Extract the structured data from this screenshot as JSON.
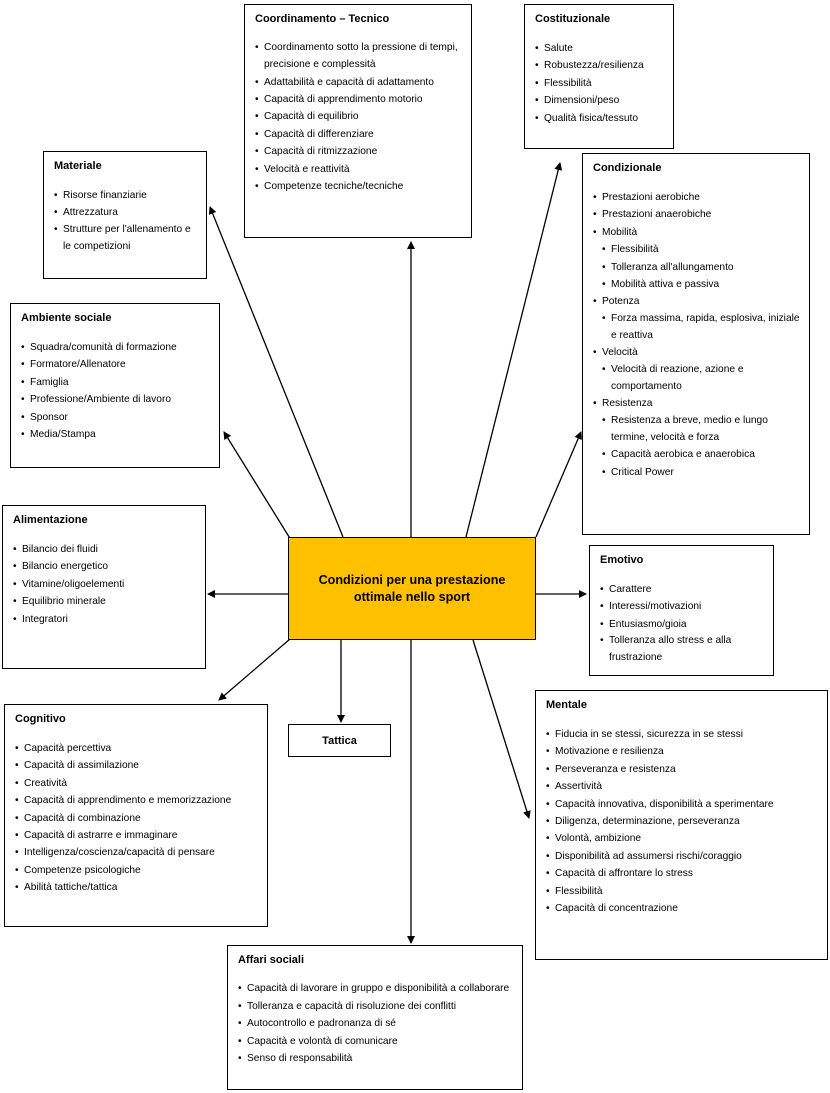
{
  "center_title": "Condizioni per una prestazione ottimale nello sport",
  "tattica": "Tattica",
  "boxes": {
    "coordinamento": {
      "title": "Coordinamento – Tecnico",
      "items": [
        "Coordinamento sotto la pressione di tempi, precisione e complessità",
        "Adattabilità e capacità di adattamento",
        "Capacità di apprendimento motorio",
        "Capacità di equilibrio",
        "Capacità di differenziare",
        "Capacità di ritmizzazione",
        "Velocità e reattività",
        "Competenze tecniche/tecniche"
      ]
    },
    "costituzionale": {
      "title": "Costituzionale",
      "items": [
        "Salute",
        "Robustezza/resilienza",
        "Flessibilità",
        "Dimensioni/peso",
        "Qualità fisica/tessuto"
      ]
    },
    "materiale": {
      "title": "Materiale",
      "items": [
        "Risorse finanziarie",
        "Attrezzatura",
        "Strutture per l'allenamento e le competizioni"
      ]
    },
    "condizionale": {
      "title": "Condizionale",
      "items": [
        "Prestazioni aerobiche",
        "Prestazioni anaerobiche",
        "Mobilità",
        "Flessibilità",
        "Tolleranza all'allungamento",
        "Mobilità attiva e passiva",
        "Potenza",
        "Forza massima, rapida, esplosiva, iniziale e reattiva",
        "Velocità",
        "Velocità di reazione, azione e comportamento",
        "Resistenza",
        "Resistenza a breve, medio e lungo termine, velocità e forza",
        "Capacità aerobica e anaerobica",
        "Critical Power"
      ]
    },
    "ambiente": {
      "title": "Ambiente sociale",
      "items": [
        "Squadra/comunità di formazione",
        "Formatore/Allenatore",
        "Famiglia",
        "Professione/Ambiente di lavoro",
        "Sponsor",
        "Media/Stampa"
      ]
    },
    "alimentazione": {
      "title": "Alimentazione",
      "items": [
        "Bilancio dei fluidi",
        "Bilancio energetico",
        "Vitamine/oligoelementi",
        "Equilibrio minerale",
        "Integratori"
      ]
    },
    "emotivo": {
      "title": "Emotivo",
      "items": [
        "Carattere",
        "Interessi/motivazioni",
        "Entusiasmo/gioia",
        "Tolleranza allo stress e alla frustrazione"
      ]
    },
    "cognitivo": {
      "title": "Cognitivo",
      "items": [
        "Capacità percettiva",
        "Capacità di assimilazione",
        "Creatività",
        "Capacità di apprendimento e memorizzazione",
        "Capacità di combinazione",
        "Capacità di astrarre e immaginare",
        "Intelligenza/coscienza/capacità di pensare",
        "Competenze psicologiche",
        "Abilità tattiche/tattica"
      ]
    },
    "mentale": {
      "title": "Mentale",
      "items": [
        "Fiducia in se stessi, sicurezza in se stessi",
        "Motivazione e resilienza",
        "Perseveranza e resistenza",
        "Assertività",
        "Capacità innovativa, disponibilità a sperimentare",
        "Diligenza, determinazione, perseveranza",
        "Volontà, ambizione",
        "Disponibilità ad assumersi rischi/coraggio",
        "Capacità di affrontare lo stress",
        "Flessibilità",
        "Capacità di concentrazione"
      ]
    },
    "affari": {
      "title": "Affari sociali",
      "items": [
        "Capacità di lavorare in gruppo e disponibilità a collaborare",
        "Tolleranza e capacità di risoluzione dei conflitti",
        "Autocontrollo e padronanza di sé",
        "Capacità e volontà di comunicare",
        "Senso di responsabilità"
      ]
    }
  }
}
